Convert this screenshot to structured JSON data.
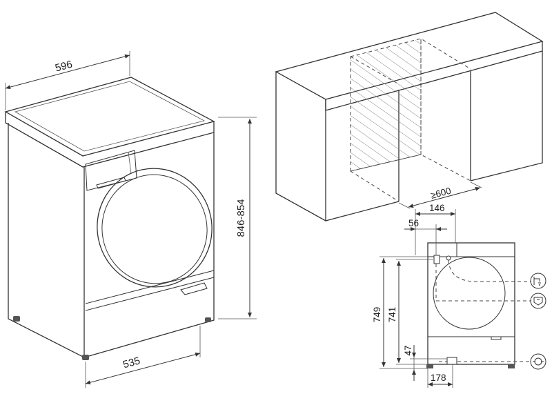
{
  "dimensions": {
    "width": "596",
    "depth": "535",
    "height": "846-854",
    "niche_depth": "≥600",
    "offset_146": "146",
    "offset_56": "56",
    "height_749": "749",
    "height_741": "741",
    "height_47": "47",
    "offset_178": "178"
  },
  "icons": {
    "water_tap": "water-tap-icon",
    "drain": "drain-icon",
    "power_plug": "power-plug-icon"
  },
  "colors": {
    "line": "#333333",
    "background": "#ffffff"
  }
}
